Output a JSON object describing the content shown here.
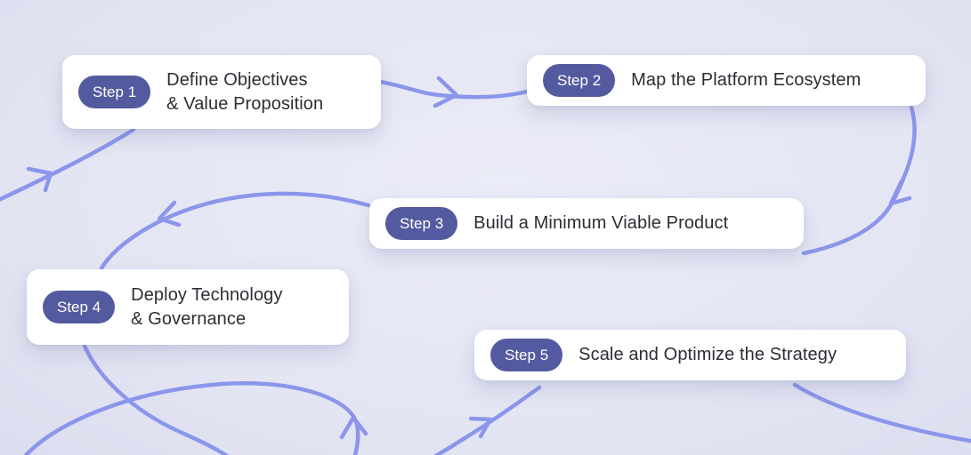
{
  "diagram": {
    "type": "process-flow",
    "step_count": 5
  },
  "colors": {
    "background": "#e2e4f2",
    "card": "#ffffff",
    "pill": "#545a9f",
    "pill_text": "#ffffff",
    "title_text": "#2d2d35",
    "connector": "#8b96ea"
  },
  "steps": [
    {
      "badge": "Step 1",
      "title": "Define Objectives\n& Value Proposition"
    },
    {
      "badge": "Step 2",
      "title": "Map the Platform Ecosystem"
    },
    {
      "badge": "Step 3",
      "title": "Build a Minimum Viable Product"
    },
    {
      "badge": "Step 4",
      "title": "Deploy Technology\n& Governance"
    },
    {
      "badge": "Step 5",
      "title": "Scale and Optimize the Strategy"
    }
  ]
}
